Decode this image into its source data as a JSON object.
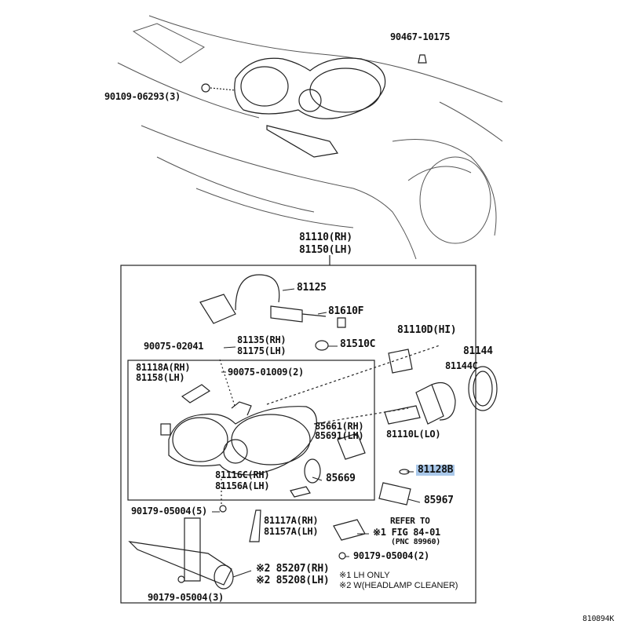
{
  "diagram_title_code": "810894K",
  "highlight_color": "#a9c8ea",
  "labels": {
    "p90467": "90467-10175",
    "p90109": "90109-06293(3)",
    "assy_rh": "81110(RH)",
    "assy_lh": "81150(LH)",
    "p81125": "81125",
    "p81610f": "81610F",
    "p81135": "81135(RH)",
    "p81175": "81175(LH)",
    "p90075a": "90075-02041",
    "p81510c": "81510C",
    "p81110d": "81110D(HI)",
    "p81144": "81144",
    "p81144c": "81144C",
    "p81118a": "81118A(RH)",
    "p81158": "81158(LH)",
    "p90075b": "90075-01009(2)",
    "p85661": "85661(RH)",
    "p85691": "85691(LH)",
    "p81110l": "81110L(LO)",
    "p81128b": "81128B",
    "p85669": "85669",
    "p85967": "85967",
    "p81116c": "81116C(RH)",
    "p81156a": "81156A(LH)",
    "p90179a": "90179-05004(5)",
    "p81117a": "81117A(RH)",
    "p81157a": "81157A(LH)",
    "refer1": "REFER TO",
    "refer2": "※1 FIG 84-01",
    "refer3": "(PNC 89960)",
    "p90179b": "90179-05004(2)",
    "p85207": "※2 85207(RH)",
    "p85208": "※2 85208(LH)",
    "p90179c": "90179-05004(3)"
  },
  "notes": {
    "n1": "※1 LH ONLY",
    "n2": "※2 W(HEADLAMP CLEANER)"
  }
}
